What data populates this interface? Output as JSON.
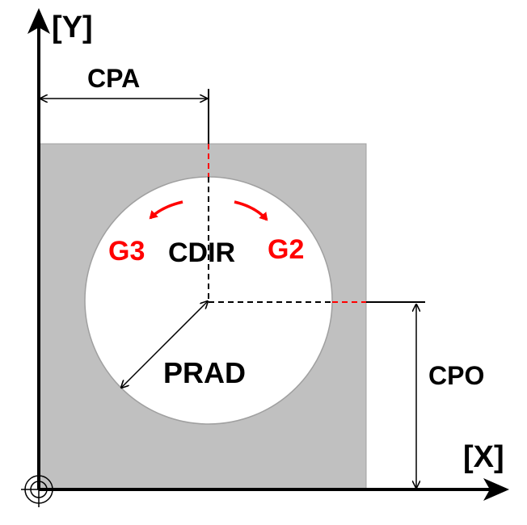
{
  "labels": {
    "y_axis": "[Y]",
    "x_axis": "[X]",
    "cpa": "CPA",
    "cpo": "CPO",
    "prad": "PRAD",
    "cdir": "CDIR",
    "g3": "G3",
    "g2": "G2"
  },
  "colors": {
    "plate": "#c0c0c0",
    "plate_edge": "#a0a0a0",
    "hole": "#ffffff",
    "line": "#000000",
    "accent": "#ff0000"
  },
  "icons": {
    "origin": "origin-crosshair-icon",
    "g3_arrow": "counterclockwise-arrow-icon",
    "g2_arrow": "clockwise-arrow-icon"
  }
}
